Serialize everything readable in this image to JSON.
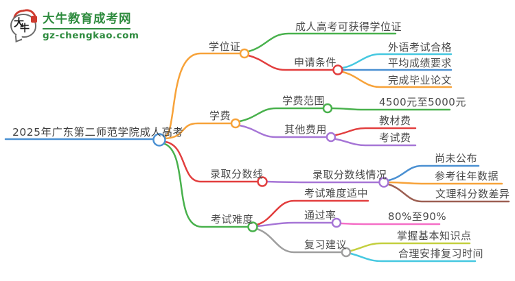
{
  "logo": {
    "icon_text_top": "大",
    "icon_text_bottom": "牛",
    "title": "大牛教育成考网",
    "url": "gz-chengkao.com",
    "brand_color": "#2e8b3e"
  },
  "colors": {
    "root_blue": "#4a90d2",
    "orange": "#f7a239",
    "green": "#48b14c",
    "red": "#e23e3e",
    "cyan": "#45c8e0",
    "blue": "#4a90d2",
    "purple": "#a675d6",
    "brown": "#9c5f52",
    "pink": "#f56ec6",
    "yellow_green": "#c3cf3d",
    "gray": "#9e9e9e",
    "text": "#4a4a4a"
  },
  "mindmap": {
    "root": {
      "label": "2025年广东第二师范学院成人高考"
    },
    "branches": [
      {
        "label": "学位证",
        "children": [
          {
            "label": "成人高考可获得学位证"
          },
          {
            "label": "申请条件",
            "children": [
              {
                "label": "外语考试合格"
              },
              {
                "label": "平均成绩要求"
              },
              {
                "label": "完成毕业论文"
              }
            ]
          }
        ]
      },
      {
        "label": "学费",
        "children": [
          {
            "label": "学费范围",
            "children": [
              {
                "label": "4500元至5000元"
              }
            ]
          },
          {
            "label": "其他费用",
            "children": [
              {
                "label": "教材费"
              },
              {
                "label": "考试费"
              }
            ]
          }
        ]
      },
      {
        "label": "录取分数线",
        "children": [
          {
            "label": "录取分数线情况",
            "children": [
              {
                "label": "尚未公布"
              },
              {
                "label": "参考往年数据"
              },
              {
                "label": "文理科分数差异"
              }
            ]
          }
        ]
      },
      {
        "label": "考试难度",
        "children": [
          {
            "label": "考试难度适中"
          },
          {
            "label": "通过率",
            "children": [
              {
                "label": "80%至90%"
              }
            ]
          },
          {
            "label": "复习建议",
            "children": [
              {
                "label": "掌握基本知识点"
              },
              {
                "label": "合理安排复习时间"
              }
            ]
          }
        ]
      }
    ]
  }
}
